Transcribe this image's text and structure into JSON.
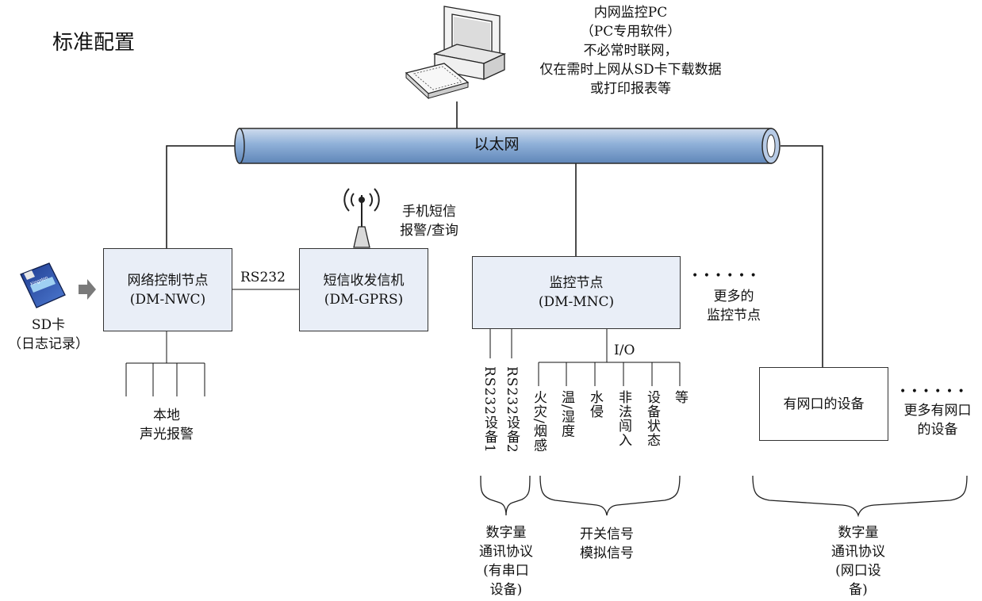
{
  "title": "标准配置",
  "pc": {
    "lines": [
      "内网监控PC",
      "（PC专用软件）",
      "不必常时联网，",
      "仅在需时上网从SD卡下载数据",
      "或打印报表等"
    ]
  },
  "ethernet": {
    "label": "以太网"
  },
  "sd_card": {
    "line1": "SD卡",
    "line2": "（日志记录）",
    "card_text": "Kingston"
  },
  "nwc": {
    "line1": "网络控制节点",
    "line2": "(DM-NWC)"
  },
  "rs232_link": "RS232",
  "gprs": {
    "line1": "短信收发信机",
    "line2": "(DM-GPRS)"
  },
  "sms": {
    "line1": "手机短信",
    "line2": "报警/查询"
  },
  "local_alarm": {
    "line1": "本地",
    "line2": "声光报警"
  },
  "mnc": {
    "line1": "监控节点",
    "line2": "(DM-MNC)"
  },
  "more_nodes": {
    "dots": "• • • • • •",
    "line1": "更多的",
    "line2": "监控节点"
  },
  "io_label": "I/O",
  "serial_devices": [
    "RS232设备1",
    "RS232设备2"
  ],
  "io_items": [
    "火灾/烟感",
    "温/湿度",
    "水侵",
    "非法闯入",
    "设备状态",
    "等"
  ],
  "group_serial": [
    "数字量",
    "通讯协议",
    "(有串口",
    "设备)"
  ],
  "group_io": [
    "开关信号",
    "模拟信号"
  ],
  "net_device": {
    "label": "有网口的设备"
  },
  "more_net": {
    "dots": "• • • • • •",
    "line1": "更多有网口",
    "line2": "的设备"
  },
  "group_net": [
    "数字量",
    "通讯协议",
    "(网口设",
    "备)"
  ]
}
